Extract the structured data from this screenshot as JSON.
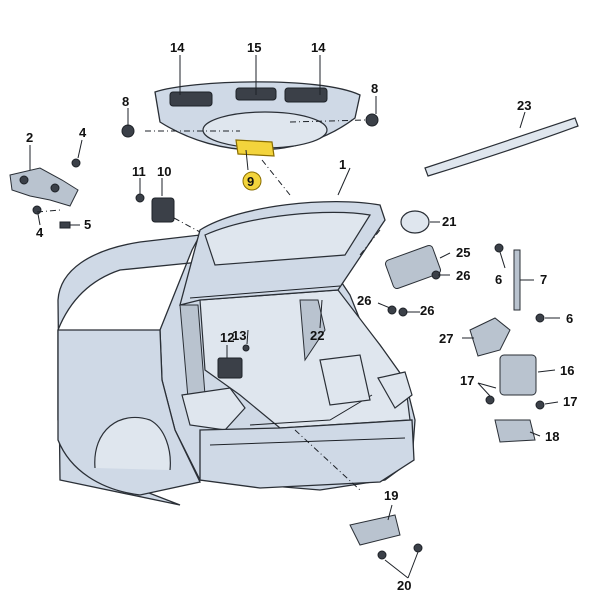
{
  "diagram": {
    "callouts": {
      "c1": "1",
      "c2": "2",
      "c4a": "4",
      "c4b": "4",
      "c5": "5",
      "c6a": "6",
      "c6b": "6",
      "c7": "7",
      "c8a": "8",
      "c8b": "8",
      "c9": "9",
      "c10": "10",
      "c11": "11",
      "c12": "12",
      "c13": "13",
      "c14a": "14",
      "c14b": "14",
      "c15": "15",
      "c16": "16",
      "c17a": "17",
      "c17b": "17",
      "c18": "18",
      "c19": "19",
      "c20": "20",
      "c21": "21",
      "c22": "22",
      "c23": "23",
      "c25": "25",
      "c26a": "26",
      "c26b": "26",
      "c26c": "26",
      "c27": "27"
    },
    "highlight_color": "#f3d43c",
    "body_color": "#cfd9e6"
  }
}
